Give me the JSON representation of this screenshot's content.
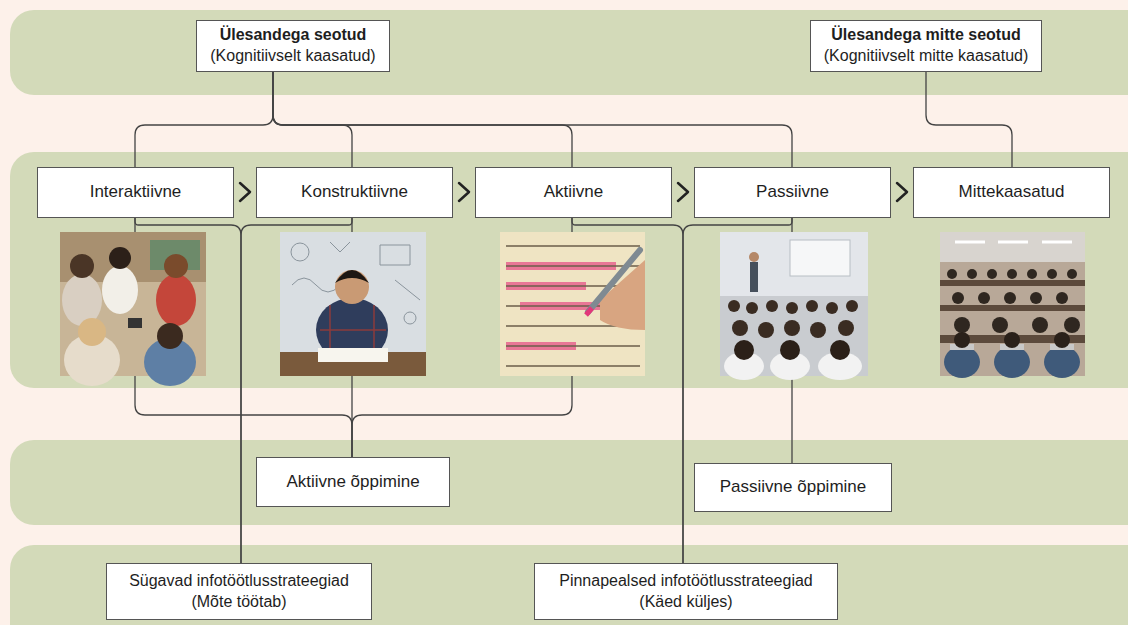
{
  "diagram": {
    "nodes": [
      {
        "text": [
          "Ülesandega seotud",
          "(Kognitiivselt kaasatud)"
        ]
      },
      {
        "text": [
          "Ülesandega mitte seotud",
          "(Kognitiivselt mitte kaasatud)"
        ]
      },
      {
        "text": [
          "Interaktiivne"
        ]
      },
      {
        "text": [
          "Konstruktiivne"
        ]
      },
      {
        "text": [
          "Aktiivne"
        ]
      },
      {
        "text": [
          "Passiivne"
        ]
      },
      {
        "text": [
          "Mittekaasatud"
        ]
      },
      {
        "text": [
          "Aktiivne õppimine"
        ]
      },
      {
        "text": [
          "Passiivne õppimine"
        ]
      },
      {
        "text": [
          "Sügavad infotöötlusstrateegiad",
          "(Mõte töötab)"
        ]
      },
      {
        "text": [
          "Pinnapealsed infotöötlusstrateegiad",
          "(Käed küljes)"
        ]
      }
    ],
    "edges": [
      {
        "from": 0,
        "to": 2,
        "arrow": "none"
      },
      {
        "from": 0,
        "to": 3,
        "arrow": "none"
      },
      {
        "from": 0,
        "to": 4,
        "arrow": "none"
      },
      {
        "from": 0,
        "to": 5,
        "arrow": "none"
      },
      {
        "from": 1,
        "to": 6,
        "arrow": "none"
      },
      {
        "from": 2,
        "to": 7,
        "arrow": "none"
      },
      {
        "from": 3,
        "to": 7,
        "arrow": "none"
      },
      {
        "from": 4,
        "to": 7,
        "arrow": "none"
      },
      {
        "from": 5,
        "to": 8,
        "arrow": "none"
      },
      {
        "from": 2,
        "to": 9,
        "arrow": "none"
      },
      {
        "from": 3,
        "to": 9,
        "arrow": "none"
      },
      {
        "from": 4,
        "to": 10,
        "arrow": "none"
      },
      {
        "from": 5,
        "to": 10,
        "arrow": "none"
      }
    ]
  }
}
